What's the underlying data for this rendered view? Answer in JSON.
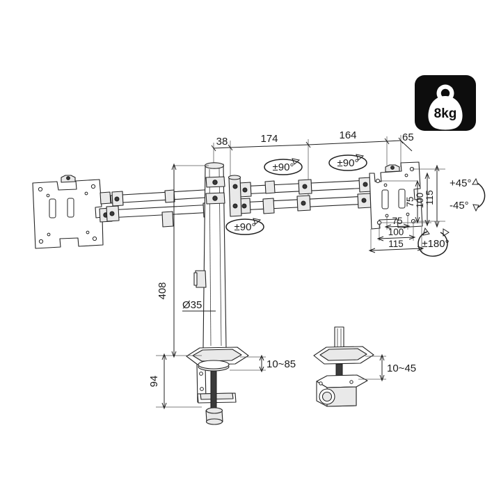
{
  "document": {
    "title": "Dual Monitor Desk Mount Technical Drawing",
    "background_color": "#ffffff",
    "line_color": "#232323"
  },
  "badge": {
    "name": "weight-capacity-badge",
    "label": "8kg",
    "background_color": "#0d0d0d",
    "foreground_color": "#ffffff"
  },
  "dimensions": {
    "top_chain": [
      {
        "id": "d38",
        "label": "38"
      },
      {
        "id": "d174",
        "label": "174"
      },
      {
        "id": "d164",
        "label": "164"
      },
      {
        "id": "d65",
        "label": "65"
      }
    ],
    "pole": [
      {
        "id": "d408",
        "label": "408"
      },
      {
        "id": "d35",
        "label": "Ø35"
      },
      {
        "id": "d94",
        "label": "94"
      }
    ],
    "vesa_vertical": [
      {
        "id": "v75",
        "label": "75"
      },
      {
        "id": "v100",
        "label": "100"
      },
      {
        "id": "v115",
        "label": "115"
      }
    ],
    "vesa_horizontal": [
      {
        "id": "h75",
        "label": "75"
      },
      {
        "id": "h100",
        "label": "100"
      },
      {
        "id": "h115",
        "label": "115"
      }
    ],
    "mount_ranges": [
      {
        "id": "clamp",
        "label": "10~85"
      },
      {
        "id": "grommet",
        "label": "10~45"
      }
    ]
  },
  "motion_labels": {
    "swivel_top_left": "±90°",
    "swivel_top_right": "±90°",
    "swivel_lower": "±90°",
    "tilt_up": "+45°",
    "tilt_down": "-45°",
    "rotation": "±180°"
  }
}
